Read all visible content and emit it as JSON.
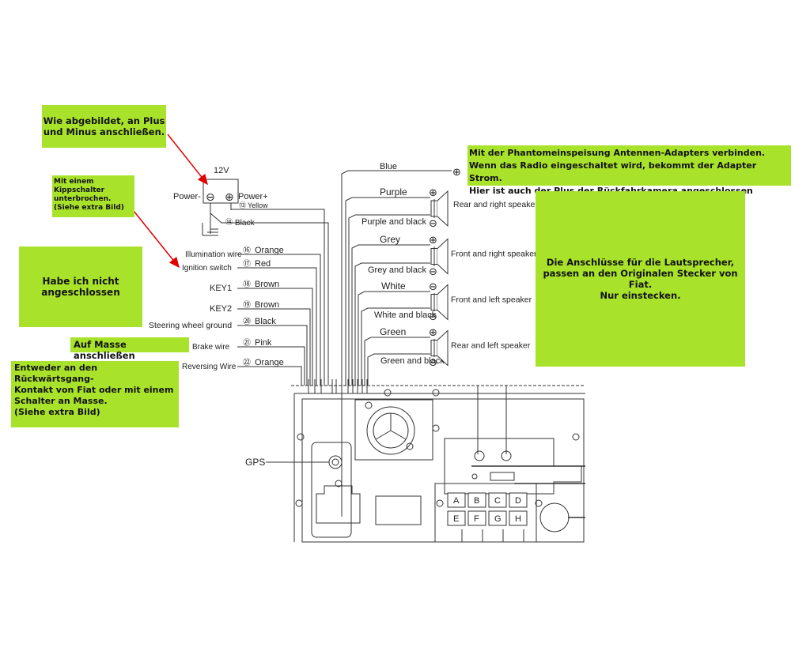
{
  "notes": {
    "plus_minus": "Wie abgebildet, an Plus\nund Minus anschließen.",
    "toggle_switch": "Mit einem\nKippschalter\nunterbrochen.\n(Siehe extra Bild)",
    "not_connected": "Habe ich nicht\nangeschlossen",
    "ground": "Auf Masse anschließen",
    "reverse": "Entweder an den Rückwärtsgang-\nKontakt von Fiat oder mit einem\nSchalter an Masse.\n(Siehe extra Bild)",
    "antenna": "Mit der Phantomeinspeisung  Antennen-Adapters  verbinden.\nWenn das Radio eingeschaltet wird, bekommt der Adapter Strom.\nHier ist auch der Plus der Rückfahrkamera angeschlossen",
    "speakers": "Die Anschlüsse für die Lautsprecher,\npassen an den Originalen Stecker von Fiat.\nNur einstecken."
  },
  "power": {
    "voltage": "12V",
    "minus_label": "Power-",
    "plus_label": "Power+",
    "minus_symbol": "⊖",
    "plus_symbol": "⊕",
    "yellow_num": "⑬",
    "yellow_label": "Yellow",
    "black_num": "⑭",
    "black_label": "Black"
  },
  "left_wires": [
    {
      "label": "Illumination wire",
      "num": "⑯",
      "color": "Orange"
    },
    {
      "label": "Ignition switch",
      "num": "⑰",
      "color": "Red"
    },
    {
      "label": "KEY1",
      "num": "⑱",
      "color": "Brown"
    },
    {
      "label": "KEY2",
      "num": "⑲",
      "color": "Brown"
    },
    {
      "label": "Steering wheel ground",
      "num": "⑳",
      "color": "Black"
    },
    {
      "label": "Brake wire",
      "num": "㉑",
      "color": "Pink"
    },
    {
      "label": "Reversing Wire",
      "num": "㉒",
      "color": "Orange"
    }
  ],
  "antenna_wire": {
    "label": "Blue",
    "symbol": "⊕"
  },
  "speakers": [
    {
      "name": "Rear and right speaker",
      "wire_pos": "Purple",
      "wire_neg": "Purple and black",
      "top_sym": "⊕",
      "bot_sym": "⊖"
    },
    {
      "name": "Front and right speaker",
      "wire_pos": "Grey",
      "wire_neg": "Grey and black",
      "top_sym": "⊕",
      "bot_sym": "⊖"
    },
    {
      "name": "Front and left speaker",
      "wire_pos": "White",
      "wire_neg": "White and black",
      "top_sym": "⊖",
      "bot_sym": "⊖"
    },
    {
      "name": "Rear and left speaker",
      "wire_pos": "Green",
      "wire_neg": "Green and black",
      "top_sym": "⊕",
      "bot_sym": "⊖"
    }
  ],
  "unit": {
    "gps_label": "GPS",
    "pins_top": [
      "A",
      "B",
      "C",
      "D"
    ],
    "pins_bottom": [
      "E",
      "F",
      "G",
      "H"
    ]
  }
}
